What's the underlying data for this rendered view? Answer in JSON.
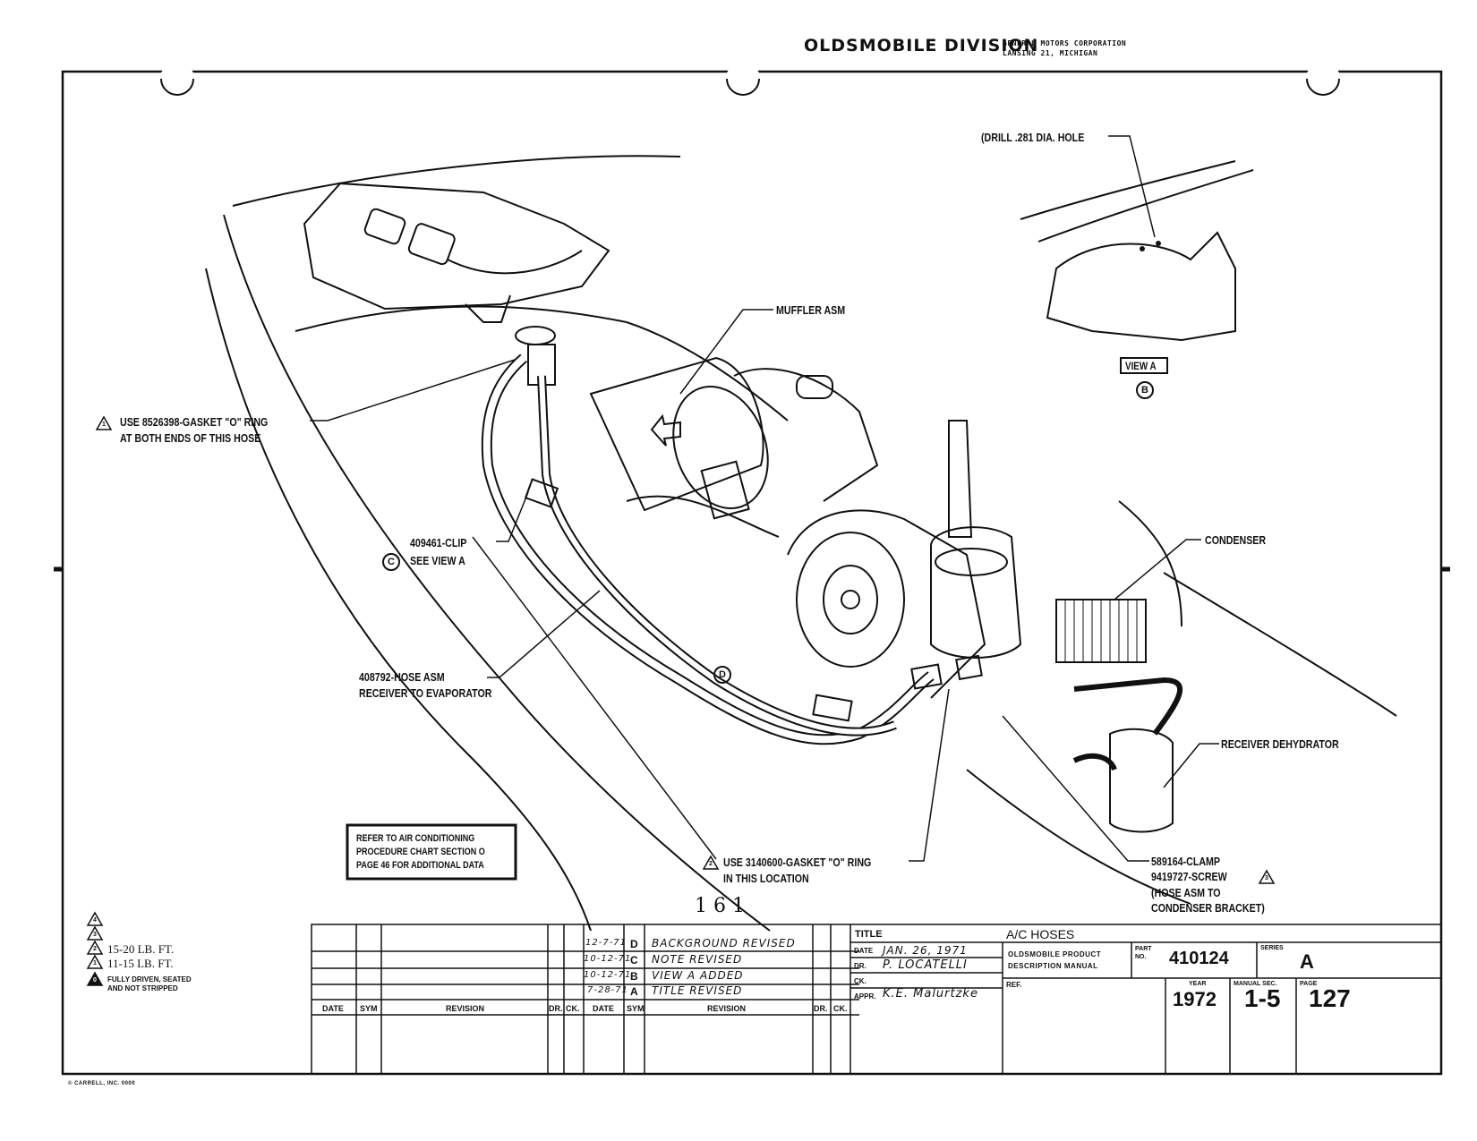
{
  "header": {
    "division": "OLDSMOBILE DIVISION",
    "corp_line1": "GENERAL MOTORS CORPORATION",
    "corp_line2": "LANSING 21, MICHIGAN"
  },
  "callouts": {
    "drill_hole": "(DRILL .281 DIA. HOLE",
    "muffler": "MUFFLER ASM",
    "view_a_box": "VIEW A",
    "view_a_letter": "B",
    "gasket_top_line1": "USE 8526398-GASKET \"O\" RING",
    "gasket_top_line2": "AT BOTH ENDS OF THIS HOSE",
    "gasket_top_note": "1",
    "clip_line1": "409461-CLIP",
    "clip_line2": "SEE VIEW  A",
    "clip_letter": "C",
    "condenser": "CONDENSER",
    "hose_line1": "408792-HOSE ASM",
    "hose_line2": "RECEIVER TO EVAPORATOR",
    "hose_letter": "D",
    "receiver": "RECEIVER DEHYDRATOR",
    "gasket_bottom_line1": "USE 3140600-GASKET \"O\" RING",
    "gasket_bottom_line2": "IN THIS LOCATION",
    "gasket_bottom_note": "2",
    "clamp_line1": "589164-CLAMP",
    "clamp_line2": "9419727-SCREW",
    "clamp_note": "3",
    "clamp_line3": "(HOSE ASM TO",
    "clamp_line4": "CONDENSER BRACKET)"
  },
  "reference_box": {
    "line1": "REFER TO AIR CONDITIONING",
    "line2": "PROCEDURE CHART SECTION O",
    "line3": "PAGE 46 FOR ADDITIONAL DATA"
  },
  "page_number": "1 6 1",
  "torque_legend": {
    "note4": "4",
    "note3": "3",
    "note2": "2",
    "note2_text": "15-20 LB. FT.",
    "note1": "1",
    "note1_text": "11-15 LB. FT.",
    "note0": "0",
    "note0_line1": "FULLY DRIVEN, SEATED",
    "note0_line2": "AND NOT STRIPPED"
  },
  "revision_table": {
    "headers": [
      "DATE",
      "SYM",
      "REVISION",
      "DR.",
      "CK."
    ],
    "rows": [
      {
        "date": "12-7-71",
        "sym": "D",
        "revision": "BACKGROUND REVISED"
      },
      {
        "date": "10-12-71",
        "sym": "C",
        "revision": "NOTE REVISED"
      },
      {
        "date": "10-12-71",
        "sym": "B",
        "revision": "VIEW A ADDED"
      },
      {
        "date": "7-28-71",
        "sym": "A",
        "revision": "TITLE REVISED"
      }
    ]
  },
  "title_block": {
    "title_label": "TITLE",
    "title_value": "A/C HOSES",
    "date_label": "DATE",
    "date_value": "JAN. 26, 1971",
    "dr_label": "DR.",
    "dr_value": "P. LOCATELLI",
    "ck_label": "CK.",
    "appr_label": "APPR.",
    "appr_value": "K.E. Malurtzke",
    "manual_line1": "OLDSMOBILE PRODUCT",
    "manual_line2": "DESCRIPTION MANUAL",
    "ref_label": "REF.",
    "part_label": "PART NO.",
    "part_value": "410124",
    "series_label": "SERIES",
    "series_value": "A",
    "year_label": "YEAR",
    "year_value": "1972",
    "sec_label": "MANUAL SEC.",
    "sec_value": "1-5",
    "page_label": "PAGE",
    "page_value": "127"
  },
  "footer_mark": "© CARRELL, INC. 0000"
}
